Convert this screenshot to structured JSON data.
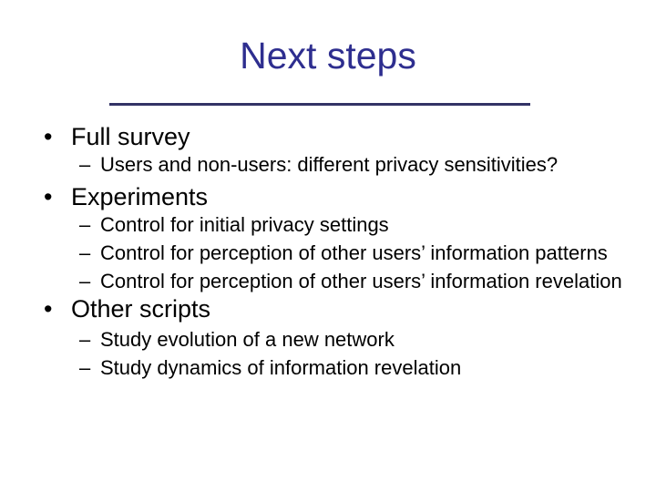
{
  "slide": {
    "title": "Next steps",
    "markers": {
      "level1": "•",
      "level2": "–"
    },
    "colors": {
      "title": "#2E2E8F",
      "rule": "#333366",
      "body": "#000000",
      "background": "#FFFFFF"
    },
    "bullets": [
      {
        "level": 1,
        "text": "Full survey"
      },
      {
        "level": 2,
        "text": "Users and non-users: different privacy sensitivities?"
      },
      {
        "level": 1,
        "text": "Experiments"
      },
      {
        "level": 2,
        "text": "Control for initial privacy settings"
      },
      {
        "level": 2,
        "text": "Control for perception of other users’ information patterns"
      },
      {
        "level": 2,
        "text": "Control for perception of other users’ information revelation"
      },
      {
        "level": 1,
        "text": "Other scripts"
      },
      {
        "level": 2,
        "text": "Study evolution of a new network"
      },
      {
        "level": 2,
        "text": "Study dynamics of information revelation"
      }
    ]
  }
}
